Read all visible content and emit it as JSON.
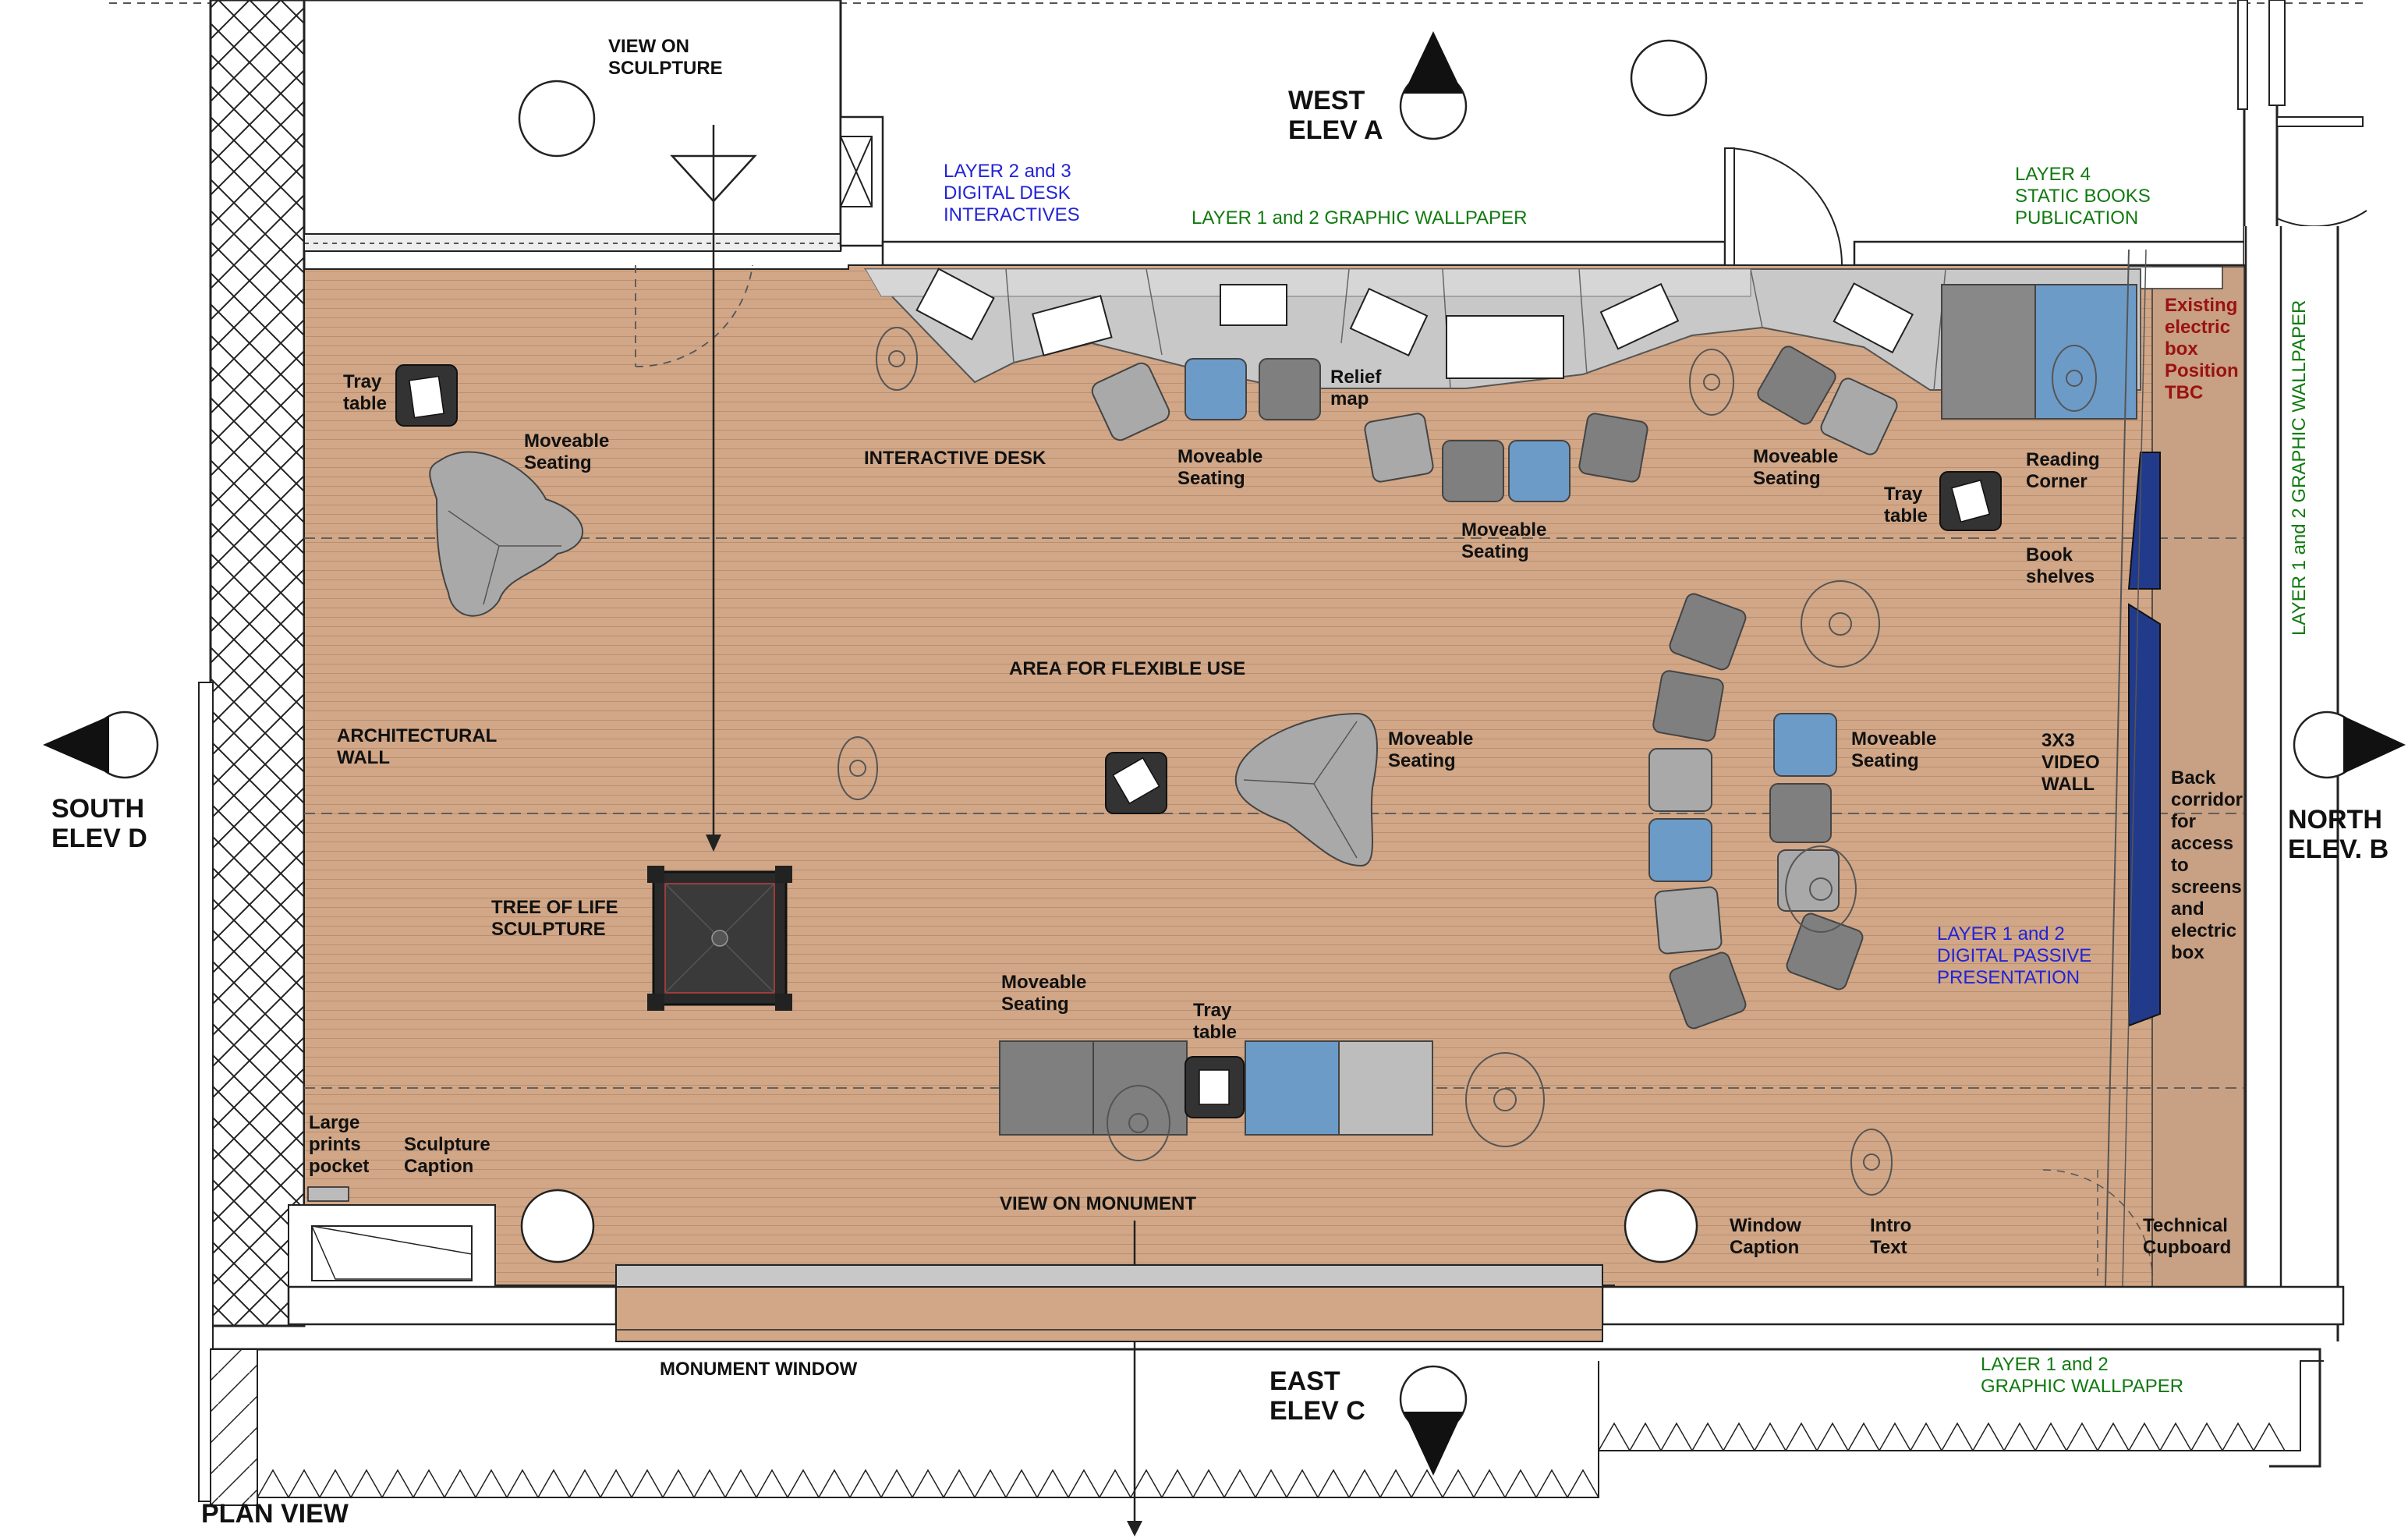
{
  "colors": {
    "floor": "#d1a787",
    "wall_fill": "#ffffff",
    "chair_grey": "#a9a9a9",
    "chair_dark": "#7f7f7f",
    "chair_blue": "#6d9bc7",
    "desk": "#c6c6c6",
    "screen": "#223a8a",
    "label_blue": "#2323d6",
    "label_green": "#117a11",
    "label_red": "#9a1212"
  },
  "title": "PLAN VIEW",
  "elevations": {
    "west": "WEST\nELEV  A",
    "east": "EAST\nELEV  C",
    "south": "SOUTH\nELEV  D",
    "north": "NORTH\nELEV. B"
  },
  "labels": {
    "view_on_sculpture": "VIEW ON\nSCULPTURE",
    "layer23": "LAYER 2 and 3\nDIGITAL DESK\nINTERACTIVES",
    "layer12_wallpaper_top": "LAYER 1 and 2 GRAPHIC WALLPAPER",
    "layer4": "LAYER 4\nSTATIC BOOKS\nPUBLICATION",
    "layer12_wallpaper_right": "LAYER 1 and 2 GRAPHIC  WALLPAPER",
    "existing_box": "Existing\nelectric\nbox\nPosition\nTBC",
    "tray_table_1": "Tray\ntable",
    "moveable_1": "Moveable\nSeating",
    "interactive_desk": "INTERACTIVE DESK",
    "moveable_2": "Moveable\nSeating",
    "relief_map": "Relief\nmap",
    "moveable_3": "Moveable\nSeating",
    "moveable_4": "Moveable\nSeating",
    "tray_table_2": "Tray\ntable",
    "reading_corner": "Reading\nCorner",
    "book_shelves": "Book\nshelves",
    "area_flexible": "AREA FOR FLEXIBLE USE",
    "architectural_wall": "ARCHITECTURAL\nWALL",
    "moveable_5": "Moveable\nSeating",
    "moveable_6": "Moveable\nSeating",
    "video_wall": "3X3\nVIDEO\nWALL",
    "back_corridor": "Back\ncorridor\nfor\naccess\nto\nscreens\nand\nelectric\nbox",
    "tree_of_life": "TREE OF LIFE\nSCULPTURE",
    "layer12_digital": "LAYER 1 and 2\nDIGITAL PASSIVE\nPRESENTATION",
    "moveable_7": "Moveable\nSeating",
    "tray_table_3": "Tray\ntable",
    "large_prints": "Large\nprints\npocket",
    "sculpture_caption": "Sculpture\nCaption",
    "view_on_monument": "VIEW ON MONUMENT",
    "window_caption": "Window\nCaption",
    "intro_text": "Intro\nText",
    "technical_cupboard": "Technical\nCupboard",
    "monument_window": "MONUMENT WINDOW",
    "layer12_wallpaper_bottom": "LAYER 1 and 2\nGRAPHIC WALLPAPER"
  }
}
